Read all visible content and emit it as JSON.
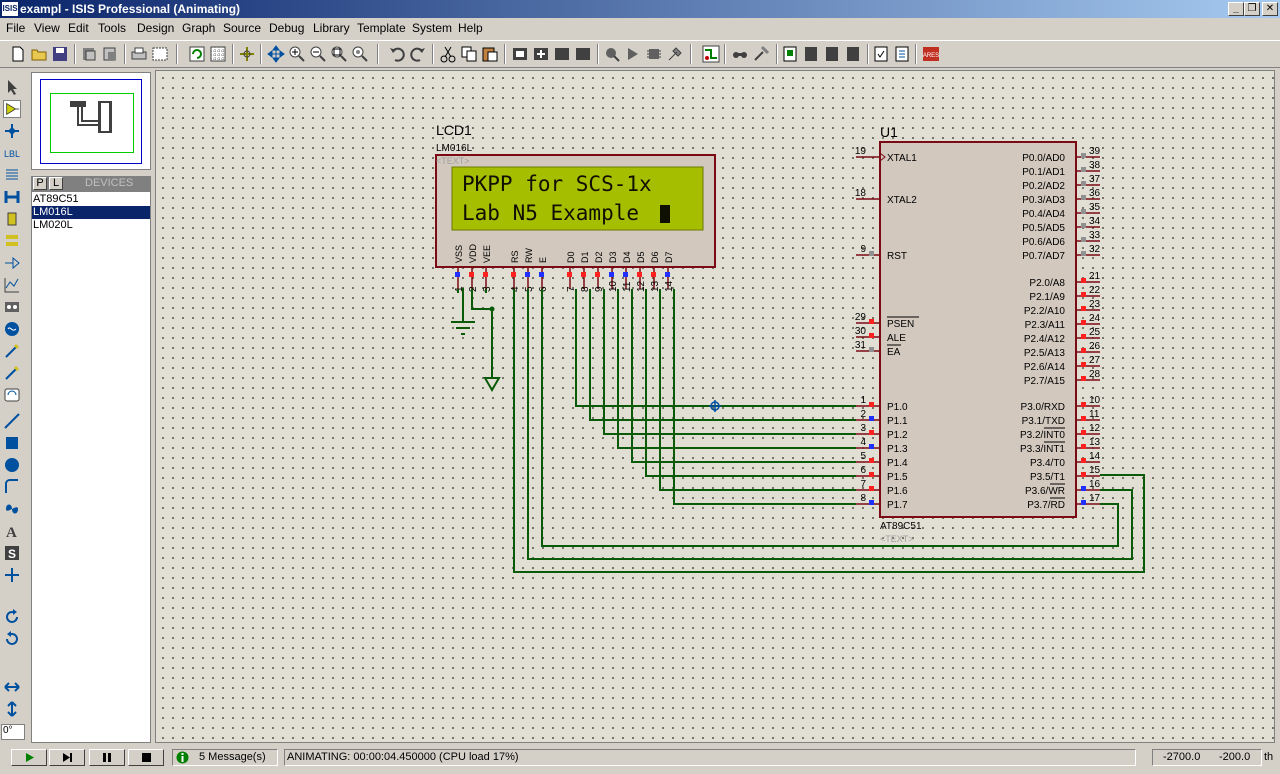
{
  "window": {
    "title": "exampl - ISIS Professional (Animating)",
    "icon_text": "ISIS",
    "controls": [
      "minimize",
      "restore",
      "close"
    ]
  },
  "menu": [
    "File",
    "View",
    "Edit",
    "Tools",
    "Design",
    "Graph",
    "Source",
    "Debug",
    "Library",
    "Template",
    "System",
    "Help"
  ],
  "toolbar_icons": [
    "new-file",
    "open-folder",
    "save",
    "import",
    "export",
    "print",
    "print-area",
    "refresh",
    "grid",
    "origin",
    "pan",
    "zoom-in",
    "zoom-out",
    "zoom-all",
    "zoom-area",
    "undo",
    "redo",
    "cut",
    "copy",
    "paste",
    "block-copy",
    "block-move",
    "block-rotate",
    "block-delete",
    "pick-device",
    "make-device",
    "package",
    "decompose",
    "wire-autorouter",
    "search-tag",
    "property-assign",
    "new-sheet",
    "remove-sheet",
    "exit-to-parent",
    "bill-of-materials",
    "electrical-rule-check",
    "netlist-to-ares"
  ],
  "left_tools": [
    "selection",
    "component",
    "junction-dot",
    "wire-label",
    "text-script",
    "bus",
    "subcircuit",
    "terminals",
    "device-pins",
    "graph",
    "tape-recorder",
    "generator",
    "voltage-probe",
    "current-probe",
    "virtual-instrument",
    "line",
    "box",
    "circle",
    "arc",
    "closed-path",
    "text",
    "symbol",
    "marker",
    "rotate-clockwise",
    "rotate-anticlockwise",
    "mirror-x",
    "mirror-y"
  ],
  "rotation": "0°",
  "device_panel": {
    "tab_p": "P",
    "tab_l": "L",
    "label": "DEVICES",
    "items": [
      "AT89C51",
      "LM016L",
      "LM020L"
    ],
    "selected": "LM016L"
  },
  "schematic": {
    "lcd": {
      "ref": "LCD1",
      "part": "LM016L",
      "text_placeholder": "<TEXT>",
      "line1": "PKPP for SCS-1x",
      "line2": "Lab N5 Example",
      "pins": [
        {
          "num": "1",
          "name": "VSS"
        },
        {
          "num": "2",
          "name": "VDD"
        },
        {
          "num": "3",
          "name": "VEE"
        },
        {
          "num": "4",
          "name": "RS"
        },
        {
          "num": "5",
          "name": "RW"
        },
        {
          "num": "6",
          "name": "E"
        },
        {
          "num": "7",
          "name": "D0"
        },
        {
          "num": "8",
          "name": "D1"
        },
        {
          "num": "9",
          "name": "D2"
        },
        {
          "num": "10",
          "name": "D3"
        },
        {
          "num": "11",
          "name": "D4"
        },
        {
          "num": "12",
          "name": "D5"
        },
        {
          "num": "13",
          "name": "D6"
        },
        {
          "num": "14",
          "name": "D7"
        }
      ]
    },
    "mcu": {
      "ref": "U1",
      "part": "AT89C51",
      "text_placeholder": "<TEXT>",
      "left_pins": [
        {
          "num": "19",
          "name": "XTAL1"
        },
        {
          "num": "18",
          "name": "XTAL2"
        },
        {
          "num": "9",
          "name": "RST"
        },
        {
          "num": "29",
          "name": "PSEN"
        },
        {
          "num": "30",
          "name": "ALE"
        },
        {
          "num": "31",
          "name": "EA"
        },
        {
          "num": "1",
          "name": "P1.0"
        },
        {
          "num": "2",
          "name": "P1.1"
        },
        {
          "num": "3",
          "name": "P1.2"
        },
        {
          "num": "4",
          "name": "P1.3"
        },
        {
          "num": "5",
          "name": "P1.4"
        },
        {
          "num": "6",
          "name": "P1.5"
        },
        {
          "num": "7",
          "name": "P1.6"
        },
        {
          "num": "8",
          "name": "P1.7"
        }
      ],
      "right_pins": [
        {
          "num": "39",
          "name": "P0.0/AD0"
        },
        {
          "num": "38",
          "name": "P0.1/AD1"
        },
        {
          "num": "37",
          "name": "P0.2/AD2"
        },
        {
          "num": "36",
          "name": "P0.3/AD3"
        },
        {
          "num": "35",
          "name": "P0.4/AD4"
        },
        {
          "num": "34",
          "name": "P0.5/AD5"
        },
        {
          "num": "33",
          "name": "P0.6/AD6"
        },
        {
          "num": "32",
          "name": "P0.7/AD7"
        },
        {
          "num": "21",
          "name": "P2.0/A8"
        },
        {
          "num": "22",
          "name": "P2.1/A9"
        },
        {
          "num": "23",
          "name": "P2.2/A10"
        },
        {
          "num": "24",
          "name": "P2.3/A11"
        },
        {
          "num": "25",
          "name": "P2.4/A12"
        },
        {
          "num": "26",
          "name": "P2.5/A13"
        },
        {
          "num": "27",
          "name": "P2.6/A14"
        },
        {
          "num": "28",
          "name": "P2.7/A15"
        },
        {
          "num": "10",
          "name": "P3.0/RXD"
        },
        {
          "num": "11",
          "name": "P3.1/TXD"
        },
        {
          "num": "12",
          "name": "P3.2/INT0"
        },
        {
          "num": "13",
          "name": "P3.3/INT1"
        },
        {
          "num": "14",
          "name": "P3.4/T0"
        },
        {
          "num": "15",
          "name": "P3.5/T1"
        },
        {
          "num": "16",
          "name": "P3.6/WR"
        },
        {
          "num": "17",
          "name": "P3.7/RD"
        }
      ]
    }
  },
  "statusbar": {
    "messages": "5 Message(s)",
    "status": "ANIMATING: 00:00:04.450000 (CPU load 17%)",
    "coord_x": "-2700.0",
    "coord_y": "-200.0",
    "units": "th"
  },
  "colors": {
    "title_start": "#0a246a",
    "title_end": "#a6caf0",
    "canvas": "#e1dfd3",
    "component_fill": "#d2c8be",
    "component_border": "#7a0a14",
    "lcd_screen": "#a5be00",
    "wire": "#0a5a0a",
    "pin_high": "#ff2020",
    "pin_low": "#2030ff",
    "pin_float": "#909090"
  }
}
